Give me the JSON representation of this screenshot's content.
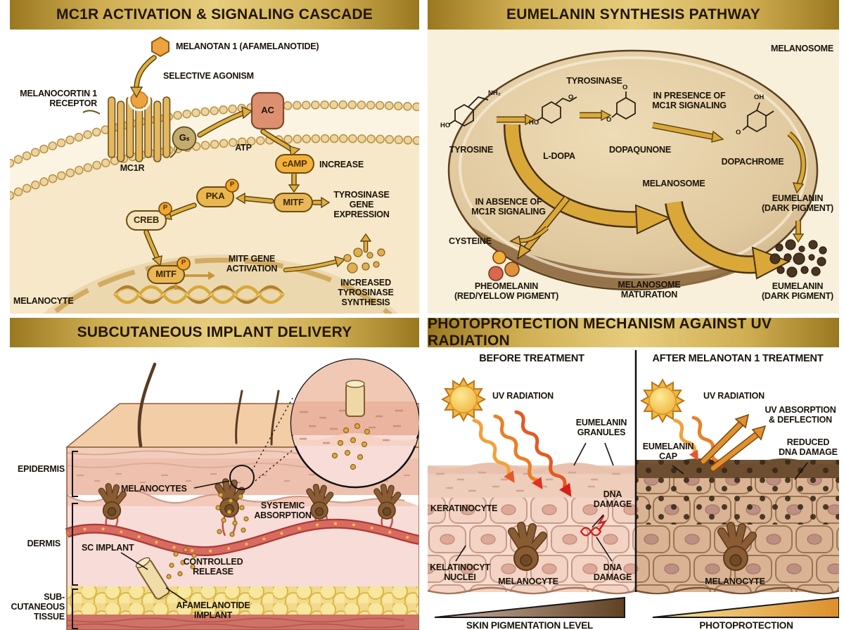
{
  "p1": {
    "title": "MC1R ACTIVATION & SIGNALING CASCADE",
    "labels": {
      "melanotan": "MELANOTAN 1 (AFAMELANOTIDE)",
      "selective": "SELECTIVE AGONISM",
      "melanocortin": "MELANOCORTIN 1\nRECEPTOR",
      "mc1r": "MC1R",
      "gs": "Gₛ",
      "atp": "ATP",
      "ac": "AC",
      "camp": "cAMP",
      "increase": "INCREASE",
      "mitf": "MITF",
      "tyrosinase_gene": "TYROSINASE\nGENE\nEXPRESSION",
      "pka": "PKA",
      "creb": "CREB",
      "p_badge": "P",
      "mitf_nuc": "MITF",
      "mitf_gene": "MITF GENE\nACTIVATION",
      "increased": "INCREASED\nTYROSINASE\nSYNTHESIS",
      "melanocyte": "MELANOCYTE"
    }
  },
  "p2": {
    "title": "EUMELANIN SYNTHESIS PATHWAY",
    "labels": {
      "melanosome_outer": "MELANOSOME",
      "melanosome_inner": "MELANOSOME",
      "tyrosine": "TYROSINE",
      "tyrosinase": "TYROSINASE",
      "ldopa": "L-DOPA",
      "dopaquinone": "DOPAQUNONE",
      "in_presence": "IN PRESENCE OF\nMC1R SIGNALING",
      "dopachrome": "DOPACHROME",
      "eumelanin_1": "EUMELANIN\n(DARK PIGMENT)",
      "eumelanin_2": "EUMELANIN\n(DARK PIGMENT)",
      "in_absence": "IN ABSENCE OF\nMC1R SIGNALING",
      "cysteine": "CYSTEINE",
      "pheomelanin": "PHEOMELANIN\n(RED/YELLOW PIGMENT)",
      "maturation": "MELANOSOME\nMATURATION"
    },
    "chem": {
      "nh2": "NH₂",
      "ho": "HO",
      "ho2": "HO",
      "o1": "O",
      "o2": "O",
      "o3": "O",
      "oh": "OH",
      "o4": "O"
    }
  },
  "p3": {
    "title": "SUBCUTANEOUS IMPLANT DELIVERY",
    "labels": {
      "epidermis": "EPIDERMIS",
      "dermis": "DERMIS",
      "subcutaneous": "SUB-\nCUTANEOUS\nTISSUE",
      "melanocytes": "MELANOCYTES",
      "systemic": "SYSTEMIC\nABSORPTION",
      "sc_implant": "SC IMPLANT",
      "controlled": "CONTROLLED\nRELEASE",
      "afamelanotide": "AFAMELANOTIDE\nIMPLANT"
    }
  },
  "p4": {
    "title": "PHOTOPROTECTION MECHANISM AGAINST UV RADIATION",
    "labels": {
      "before": "BEFORE TREATMENT",
      "after": "AFTER MELANOTAN 1 TREATMENT",
      "uv_left": "UV RADIATION",
      "uv_right": "UV RADIATION",
      "granules": "EUMELANIN\nGRANULES",
      "cap": "EUMELANIN\nCAP",
      "absorption": "UV ABSORPTION\n& DEFLECTION",
      "reduced": "REDUCED\nDNA DAMAGE",
      "keratinocyte": "KERATINOCYTE",
      "dna_damage_1": "DNA\nDAMAGE",
      "dna_damage_2": "DNA\nDAMAGE",
      "kelatinocyt": "KELATINOCYT\nNUCLEI",
      "melanocyte_left": "MELANOCYTE",
      "melanocyte_right": "MELANOCYTE"
    },
    "legend": {
      "pigmentation": "SKIN PIGMENTATION LEVEL",
      "photoprotection": "PHOTOPROTECTION"
    }
  },
  "colors": {
    "banner_gold": "#cfae52",
    "arrow_gold": "#d9a838",
    "pill_gold": "#e9b755",
    "camp_orange": "#f2b13c",
    "ac_salmon": "#dd9070",
    "eumelanin_brown": "#4a3522",
    "pheomelanin_red": "#d96752",
    "pheomelanin_yellow": "#f0b03a",
    "uv_orange": "#e8862a",
    "dna_red": "#cc2020",
    "skin_pink": "#f3d3c3",
    "skin_tan": "#d9b393"
  }
}
